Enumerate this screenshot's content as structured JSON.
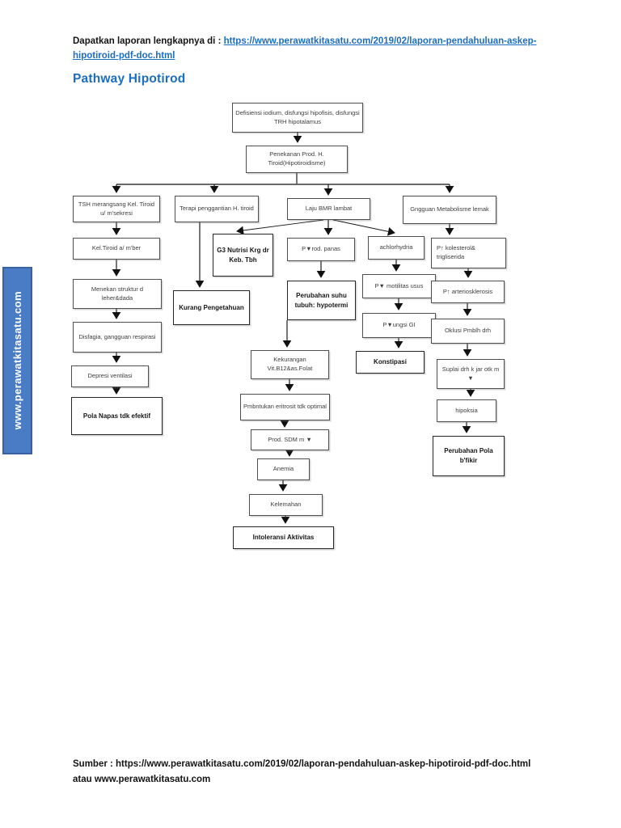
{
  "header": {
    "prefix": "Dapatkan laporan lengkapnya di : ",
    "link_text": "https://www.perawatkitasatu.com/2019/02/laporan-pendahuluan-askep-hipotiroid-pdf-doc.html"
  },
  "title": "Pathway Hipotirod",
  "sidebar": {
    "text": "www.perawatkitasatu.com",
    "bg_color": "#4a7cc5",
    "text_color": "#ffffff"
  },
  "footer": {
    "text": "Sumber : https://www.perawatkitasatu.com/2019/02/laporan-pendahuluan-askep-hipotiroid-pdf-doc.html atau www.perawatkitasatu.com"
  },
  "colors": {
    "accent_blue": "#1b6ec2",
    "box_border": "#4f4f4f",
    "arrow_black": "#111111"
  },
  "flowchart": {
    "nodes": {
      "defisiensi": "Defisiensi iodium, disfungsi hipofisis, disfungsi TRH hipotalamus",
      "penekanan": "Penekanan Prod. H. Tiroid(Hipotiroidisme)",
      "tsh": "TSH merangsang Kel. Tiroid u/ m'sekresi",
      "terapi": "Terapi penggantian H. tiroid",
      "laju": "Laju BMR lambat",
      "gangguan_metab": "Gngguan Metabolisme lemak",
      "kel_tiroid": "Kel.Tiroid a/ m'ber",
      "g3_nutrisi": "G3 Nutrisi Krg dr Keb. Tbh",
      "p_prod_panas": "P▼rod. panas",
      "achlorhydria": "achlorhydria",
      "p_kolesterol": "P↑ kolesterol& trigliserida",
      "menekan": "Menekan struktur d leher&dada",
      "disfagia": "Disfagia, gangguan respirasi",
      "depresi": "Depresi ventilasi",
      "pola_napas": "Pola Napas tdk efektif",
      "kurang_pengetahuan": "Kurang Pengetahuan",
      "perubahan_suhu": "Perubahan suhu tubuh: hypotermi",
      "kekurangan_vit": "Kekurangan Vit.B12&as.Folat",
      "pmbntukan": "Pmbntukan eritrosit tdk optimal",
      "prod_sdm": "Prod. SDM m ▼",
      "anemia": "Anemia",
      "kelemahan": "Kelemahan",
      "intoleransi": "Intoleransi Aktivitas",
      "p_motilitas": "P▼ motilitas usus",
      "p_fungsi_gi": "P▼ungsi GI",
      "konstipasi": "Konstipasi",
      "p_arterio": "P↑ arteriosklerosis",
      "oklusi": "Oklusi Pmblh drh",
      "suplai": "Suplai drh k jar otk m ▼",
      "hipoksia": "hipoksia",
      "perubahan_pola": "Perubahan Pola b'fikir"
    }
  }
}
